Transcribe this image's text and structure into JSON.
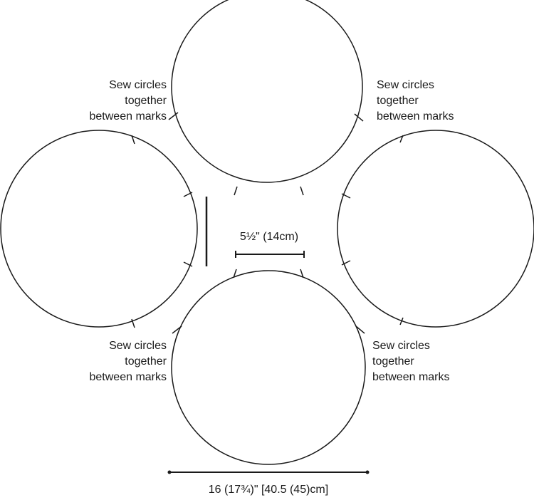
{
  "labels": {
    "top_left": [
      "Sew circles",
      "together",
      "between marks"
    ],
    "top_right": [
      "Sew circles",
      "together",
      "between marks"
    ],
    "bottom_left": [
      "Sew circles",
      "together",
      "between marks"
    ],
    "bottom_right": [
      "Sew circles",
      "together",
      "between marks"
    ]
  },
  "dimensions": {
    "gap": "5½\" (14cm)",
    "width": "16 (17¾)\" [40.5 (45)cm]"
  },
  "colors": {
    "stroke": "#1a1a1a",
    "background": "#ffffff"
  }
}
